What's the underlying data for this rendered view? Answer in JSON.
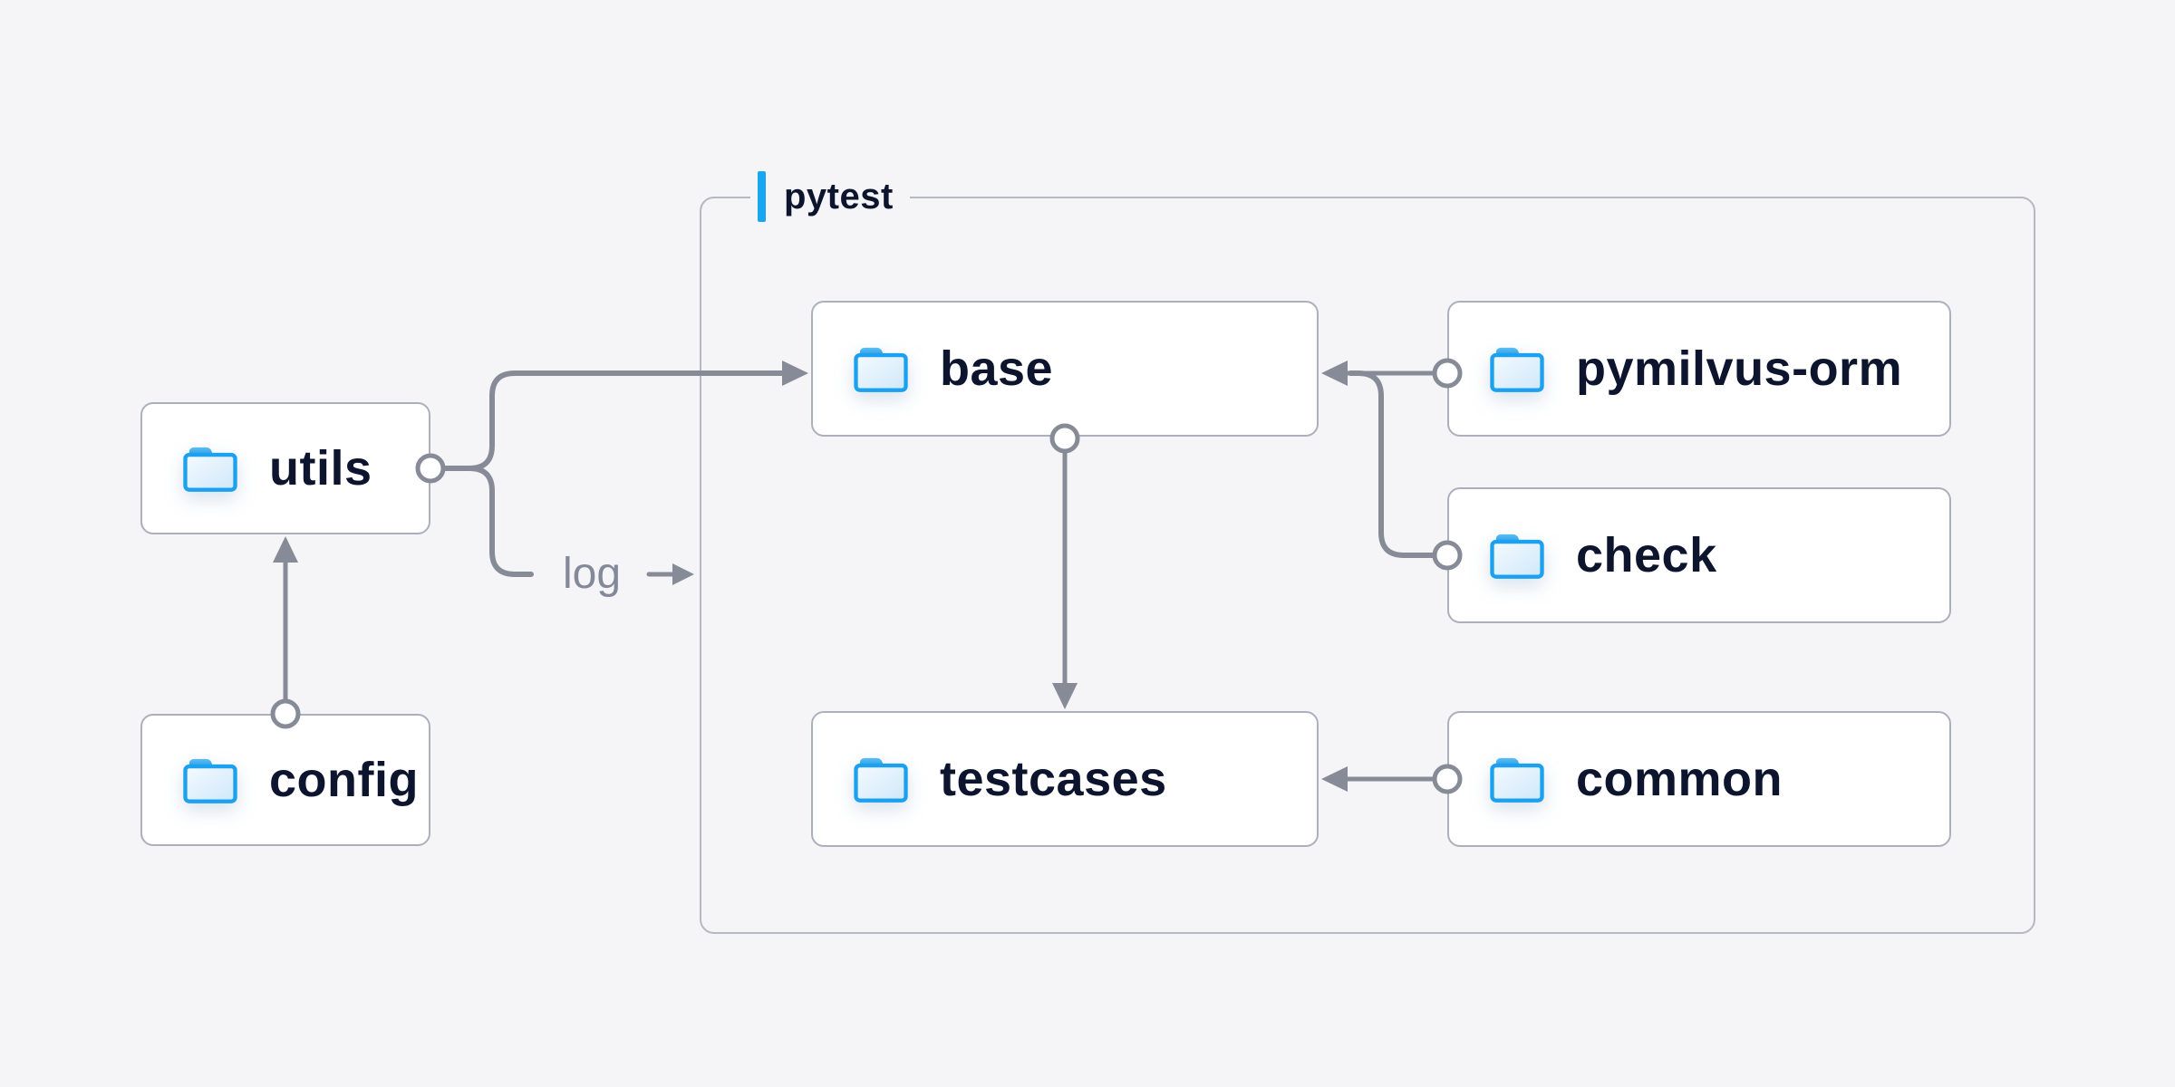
{
  "colors": {
    "background": "#f5f5f7",
    "accent_blue": "#17a7f0",
    "line_gray": "#868b97",
    "node_border_gray": "#abb0bc",
    "group_border_gray": "#b5b9c4",
    "text_navy": "#0d152e",
    "edge_label_gray": "#84899a",
    "folder_stroke_blue": "#1ba1f0",
    "node_background": "#ffffff"
  },
  "group": {
    "label": "pytest"
  },
  "nodes": {
    "utils": {
      "label": "utils"
    },
    "config": {
      "label": "config"
    },
    "base": {
      "label": "base"
    },
    "pymilvus_orm": {
      "label": "pymilvus-orm"
    },
    "check": {
      "label": "check"
    },
    "testcases": {
      "label": "testcases"
    },
    "common": {
      "label": "common"
    }
  },
  "edges": {
    "log_label": "log",
    "list": [
      {
        "from": "config",
        "to": "utils"
      },
      {
        "from": "utils",
        "to": "base"
      },
      {
        "from": "utils",
        "to": "log"
      },
      {
        "from": "pymilvus-orm",
        "to": "base"
      },
      {
        "from": "check",
        "to": "base"
      },
      {
        "from": "base",
        "to": "testcases"
      },
      {
        "from": "common",
        "to": "testcases"
      }
    ]
  }
}
